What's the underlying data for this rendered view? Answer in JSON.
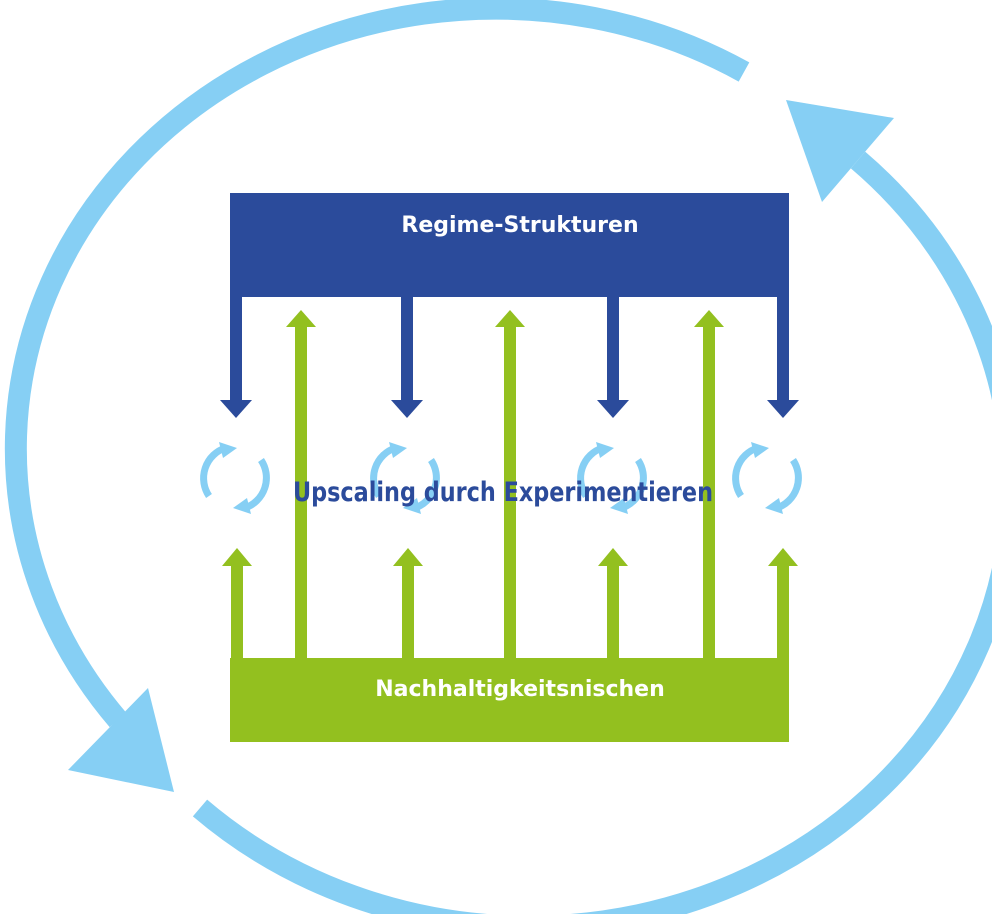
{
  "diagram": {
    "top_box_label": "Regime-Strukturen",
    "bottom_box_label": "Nachhaltigkeitsnischen",
    "center_label": "Upscaling durch Experimentieren"
  },
  "colors": {
    "outer_cycle": "#86cff4",
    "regime_blue": "#2b4b9b",
    "niche_green": "#93c01f",
    "small_cycle": "#86cff4",
    "center_text": "#2b4b9b",
    "box_text": "#ffffff"
  }
}
